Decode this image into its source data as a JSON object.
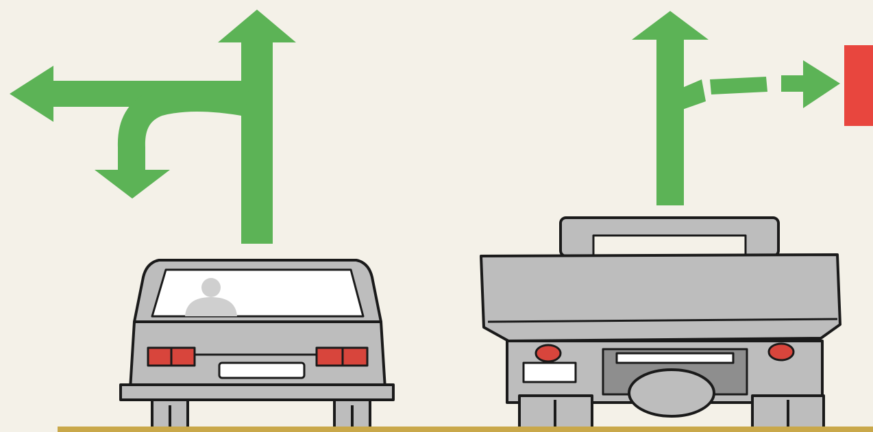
{
  "illustration": {
    "left_diagram": {
      "vehicle": "passenger-car",
      "allowed_directions": [
        "left",
        "u-turn",
        "straight"
      ]
    },
    "right_diagram": {
      "vehicle": "truck",
      "allowed_directions": [
        "straight"
      ],
      "forbidden_direction": "right"
    }
  },
  "colors": {
    "background": "#f4f1e8",
    "arrow": "#5cb356",
    "vehicle_body": "#bdbdbd",
    "outline": "#1a1a1a",
    "light": "#d8453c",
    "stop_marker": "#e8463e",
    "ground_line": "#c9a84a"
  }
}
